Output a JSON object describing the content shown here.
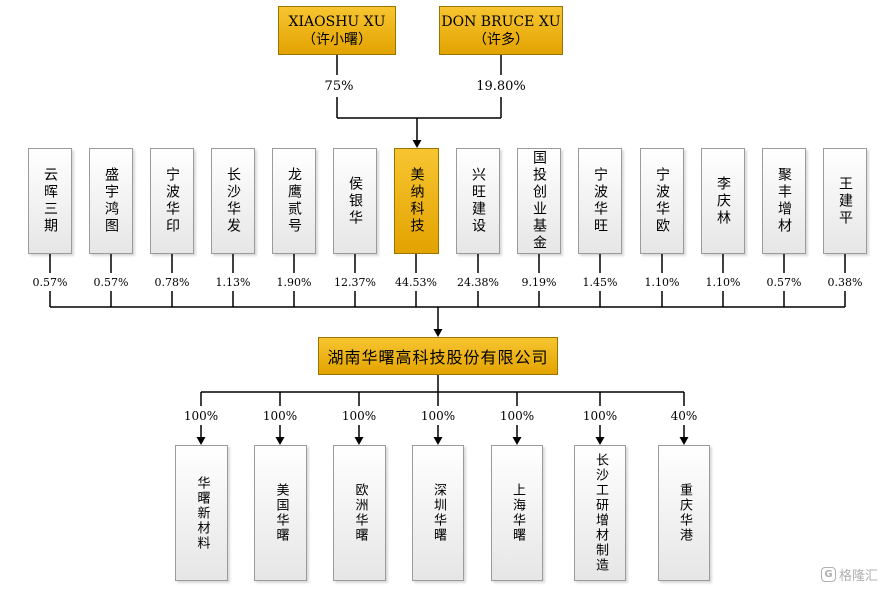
{
  "founders": [
    {
      "name": "XIAOSHU XU",
      "cn": "（许小曙）",
      "pct": "75%"
    },
    {
      "name": "DON BRUCE XU",
      "cn": "（许多）",
      "pct": "19.80%"
    }
  ],
  "shareholders": [
    {
      "label": "云晖三期",
      "pct": "0.57%"
    },
    {
      "label": "盛宇鸿图",
      "pct": "0.57%"
    },
    {
      "label": "宁波华印",
      "pct": "0.78%"
    },
    {
      "label": "长沙华发",
      "pct": "1.13%"
    },
    {
      "label": "龙鹰贰号",
      "pct": "1.90%"
    },
    {
      "label": "侯银华",
      "pct": "12.37%"
    },
    {
      "label": "美纳科技",
      "pct": "44.53%",
      "highlight": true
    },
    {
      "label": "兴旺建设",
      "pct": "24.38%"
    },
    {
      "label": "国投创业基金",
      "pct": "9.19%"
    },
    {
      "label": "宁波华旺",
      "pct": "1.45%"
    },
    {
      "label": "宁波华欧",
      "pct": "1.10%"
    },
    {
      "label": "李庆林",
      "pct": "1.10%"
    },
    {
      "label": "聚丰增材",
      "pct": "0.57%"
    },
    {
      "label": "王建平",
      "pct": "0.38%"
    }
  ],
  "company": {
    "name": "湖南华曙高科技股份有限公司"
  },
  "subsidiaries": [
    {
      "label": "华曙新材料",
      "pct": "100%"
    },
    {
      "label": "美国华曙",
      "pct": "100%"
    },
    {
      "label": "欧洲华曙",
      "pct": "100%"
    },
    {
      "label": "深圳华曙",
      "pct": "100%"
    },
    {
      "label": "上海华曙",
      "pct": "100%"
    },
    {
      "label": "长沙工研增材制造",
      "pct": "100%"
    },
    {
      "label": "重庆华港",
      "pct": "40%"
    }
  ],
  "watermark": {
    "text": "格隆汇",
    "glyph": "G"
  },
  "colors": {
    "gold": "#f0b400",
    "line": "#000000",
    "box_border": "#9b9b9b"
  }
}
